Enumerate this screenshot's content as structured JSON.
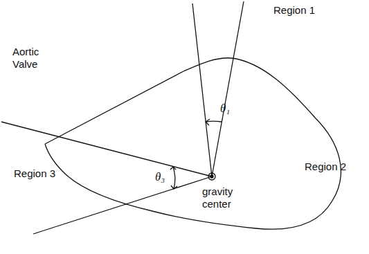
{
  "diagram": {
    "labels": [
      "Aortic Valve",
      "Region 1",
      "Region 2",
      "Region 3",
      "θ₁",
      "θ₃",
      "gravity center"
    ]
  }
}
